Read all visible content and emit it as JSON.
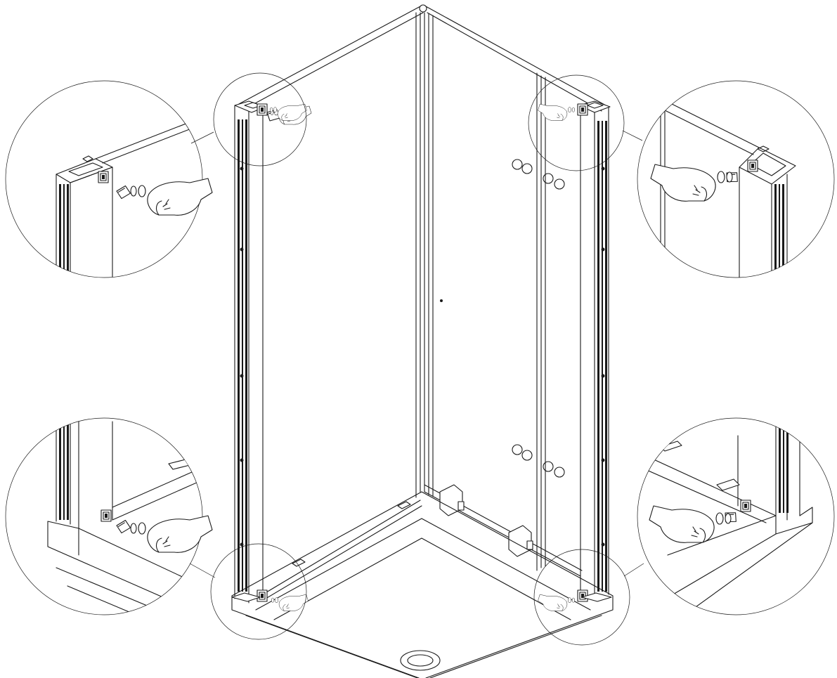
{
  "colors": {
    "ink": "#1a1a1a",
    "background": "#ffffff"
  },
  "figure": {
    "subject": "shower-enclosure-assembly",
    "details": [
      {
        "id": "top-left",
        "icon": "press-cap-hand-icon"
      },
      {
        "id": "top-right",
        "icon": "press-cap-hand-icon"
      },
      {
        "id": "bottom-left",
        "icon": "press-cap-hand-icon"
      },
      {
        "id": "bottom-right",
        "icon": "press-cap-hand-icon"
      }
    ]
  }
}
